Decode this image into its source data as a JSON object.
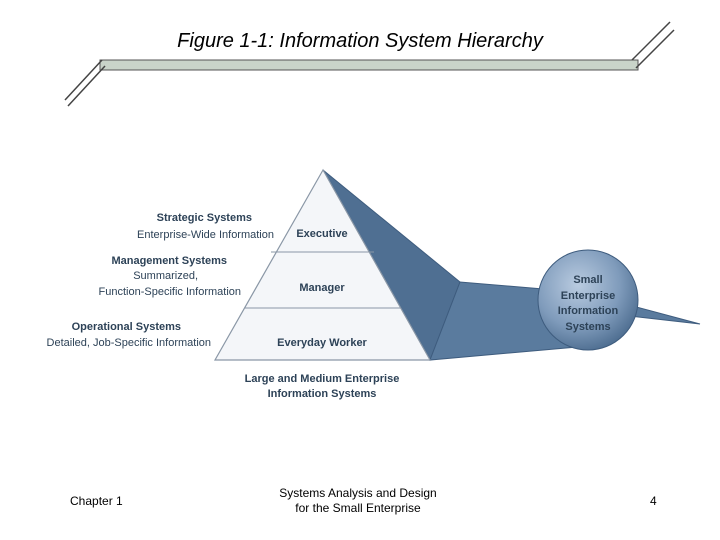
{
  "slide": {
    "title": "Figure 1-1: Information System Hierarchy"
  },
  "diagram": {
    "left_labels": {
      "strategic": {
        "heading": "Strategic Systems",
        "detail": [
          "Enterprise-Wide Information"
        ]
      },
      "management": {
        "heading": "Management Systems",
        "detail": [
          "Summarized,",
          "Function-Specific Information"
        ]
      },
      "operational": {
        "heading": "Operational Systems",
        "detail": [
          "Detailed, Job-Specific Information"
        ]
      }
    },
    "tiers": {
      "top": "Executive",
      "middle": "Manager",
      "bottom": "Everyday Worker"
    },
    "base_caption": [
      "Large and Medium Enterprise",
      "Information Systems"
    ],
    "sphere_label": [
      "Small",
      "Enterprise",
      "Information",
      "Systems"
    ],
    "colors": {
      "pyramid_fill": "#f4f6f9",
      "pyramid_stroke": "#8a97a6",
      "wedge": "#4f6f92",
      "sphere_light": "#a7bcd3",
      "sphere_dark": "#4a6a8d",
      "label_text": "#2d4257",
      "deco_bar": "#c9d4c9"
    }
  },
  "footer": {
    "left": "Chapter 1",
    "center": [
      "Systems Analysis and Design",
      "for the Small Enterprise"
    ],
    "right": "4"
  }
}
